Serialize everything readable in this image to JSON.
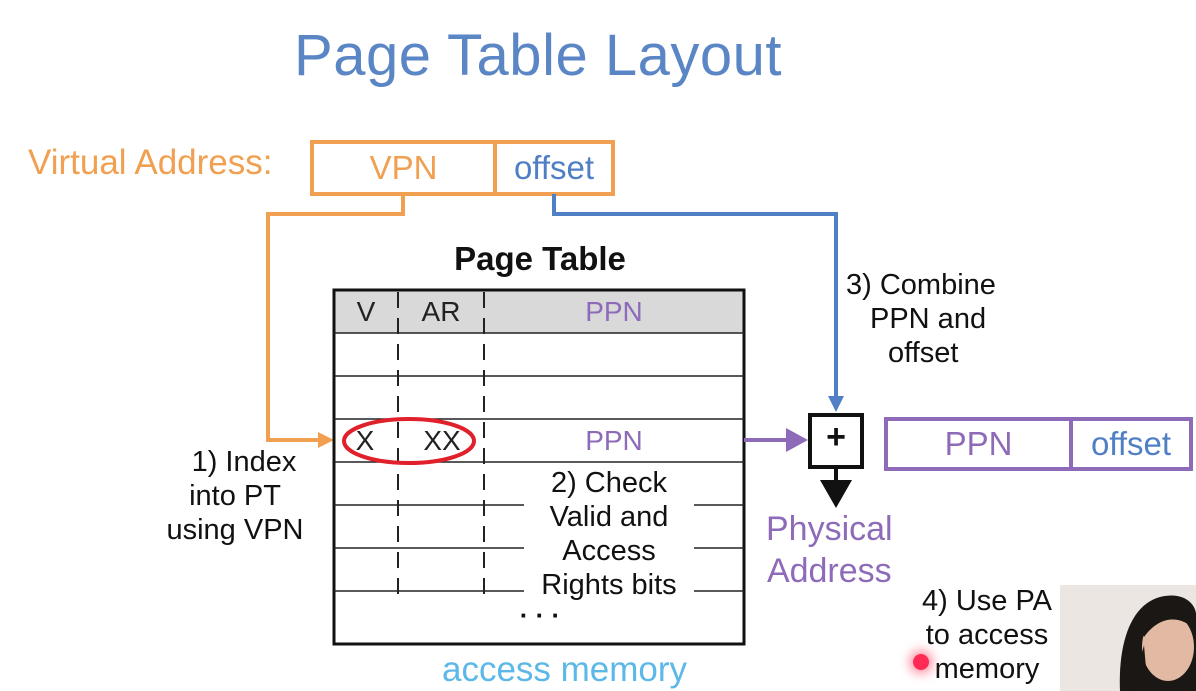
{
  "title": "Page Table Layout",
  "virtual_address": {
    "label": "Virtual Address:",
    "vpn": "VPN",
    "offset": "offset"
  },
  "page_table": {
    "title": "Page Table",
    "headers": {
      "v": "V",
      "ar": "AR",
      "ppn": "PPN"
    },
    "selected_row": {
      "v": "X",
      "ar": "XX",
      "ppn": "PPN"
    },
    "ellipsis": "· · ·"
  },
  "steps": {
    "step1": [
      "1) Index",
      "into PT",
      "using VPN"
    ],
    "step2": [
      "2) Check",
      "Valid and",
      "Access",
      "Rights bits"
    ],
    "step3": [
      "3) Combine",
      "PPN and",
      "offset"
    ],
    "step4": [
      "4) Use PA",
      "to access",
      "memory"
    ]
  },
  "adder_symbol": "+",
  "physical_address": {
    "label": [
      "Physical",
      "Address"
    ],
    "ppn": "PPN",
    "offset": "offset"
  },
  "access_memory": "access memory",
  "colors": {
    "title": "#5b86c5",
    "virtual": "#f0a050",
    "offset_blue": "#4f7fc5",
    "purple": "#8e6bb8",
    "highlight_red": "#e0202a",
    "access_memory": "#5bb8e8"
  },
  "icons": [
    "webcam-presenter",
    "adder-box",
    "down-arrow"
  ]
}
